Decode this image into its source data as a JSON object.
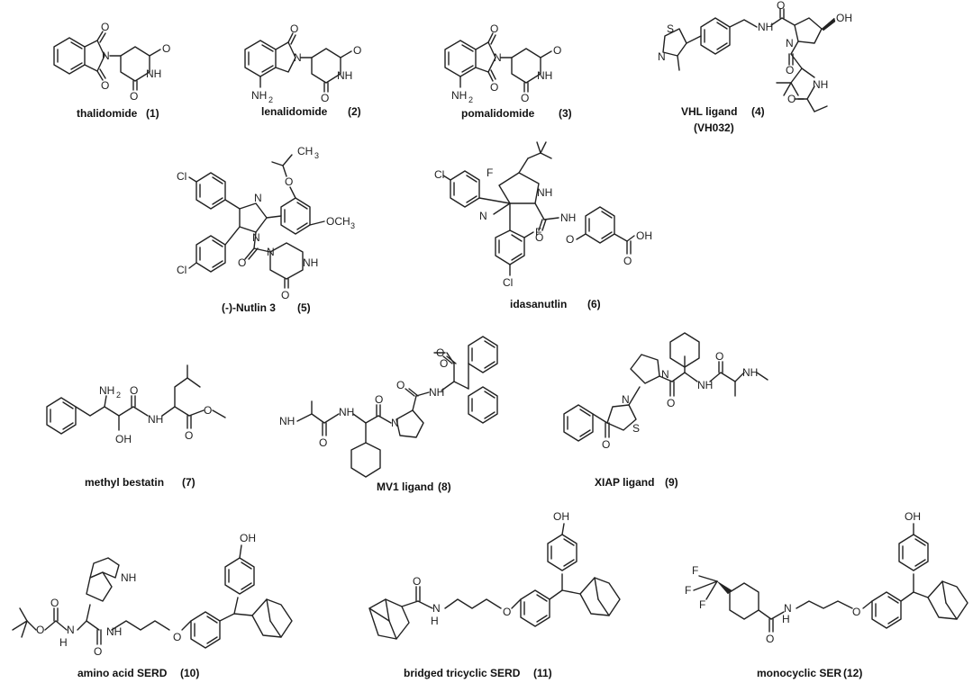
{
  "compounds": [
    {
      "name": "thalidomide",
      "num": "(1)"
    },
    {
      "name": "lenalidomide",
      "num": "(2)"
    },
    {
      "name": "pomalidomide",
      "num": "(3)"
    },
    {
      "name": "VHL ligand",
      "num": "(4)",
      "alt": "(VH032)"
    },
    {
      "name": "(-)-Nutlin 3",
      "num": "(5)"
    },
    {
      "name": "idasanutlin",
      "num": "(6)"
    },
    {
      "name": "methyl bestatin",
      "num": "(7)"
    },
    {
      "name": "MV1 ligand",
      "num": "(8)"
    },
    {
      "name": "XIAP ligand",
      "num": "(9)"
    },
    {
      "name": "amino acid SERD",
      "num": "(10)"
    },
    {
      "name": "bridged tricyclic SERD",
      "num": "(11)"
    },
    {
      "name": "monocyclic SER",
      "num": "(12)"
    }
  ],
  "atoms": {
    "O": "O",
    "NH": "NH",
    "N": "N",
    "NH2": "NH",
    "sub2": "2",
    "OH": "OH",
    "S": "S",
    "Cl": "Cl",
    "F": "F",
    "CH3": "CH",
    "sub3": "3",
    "OCH3": "OCH",
    "H": "H"
  }
}
